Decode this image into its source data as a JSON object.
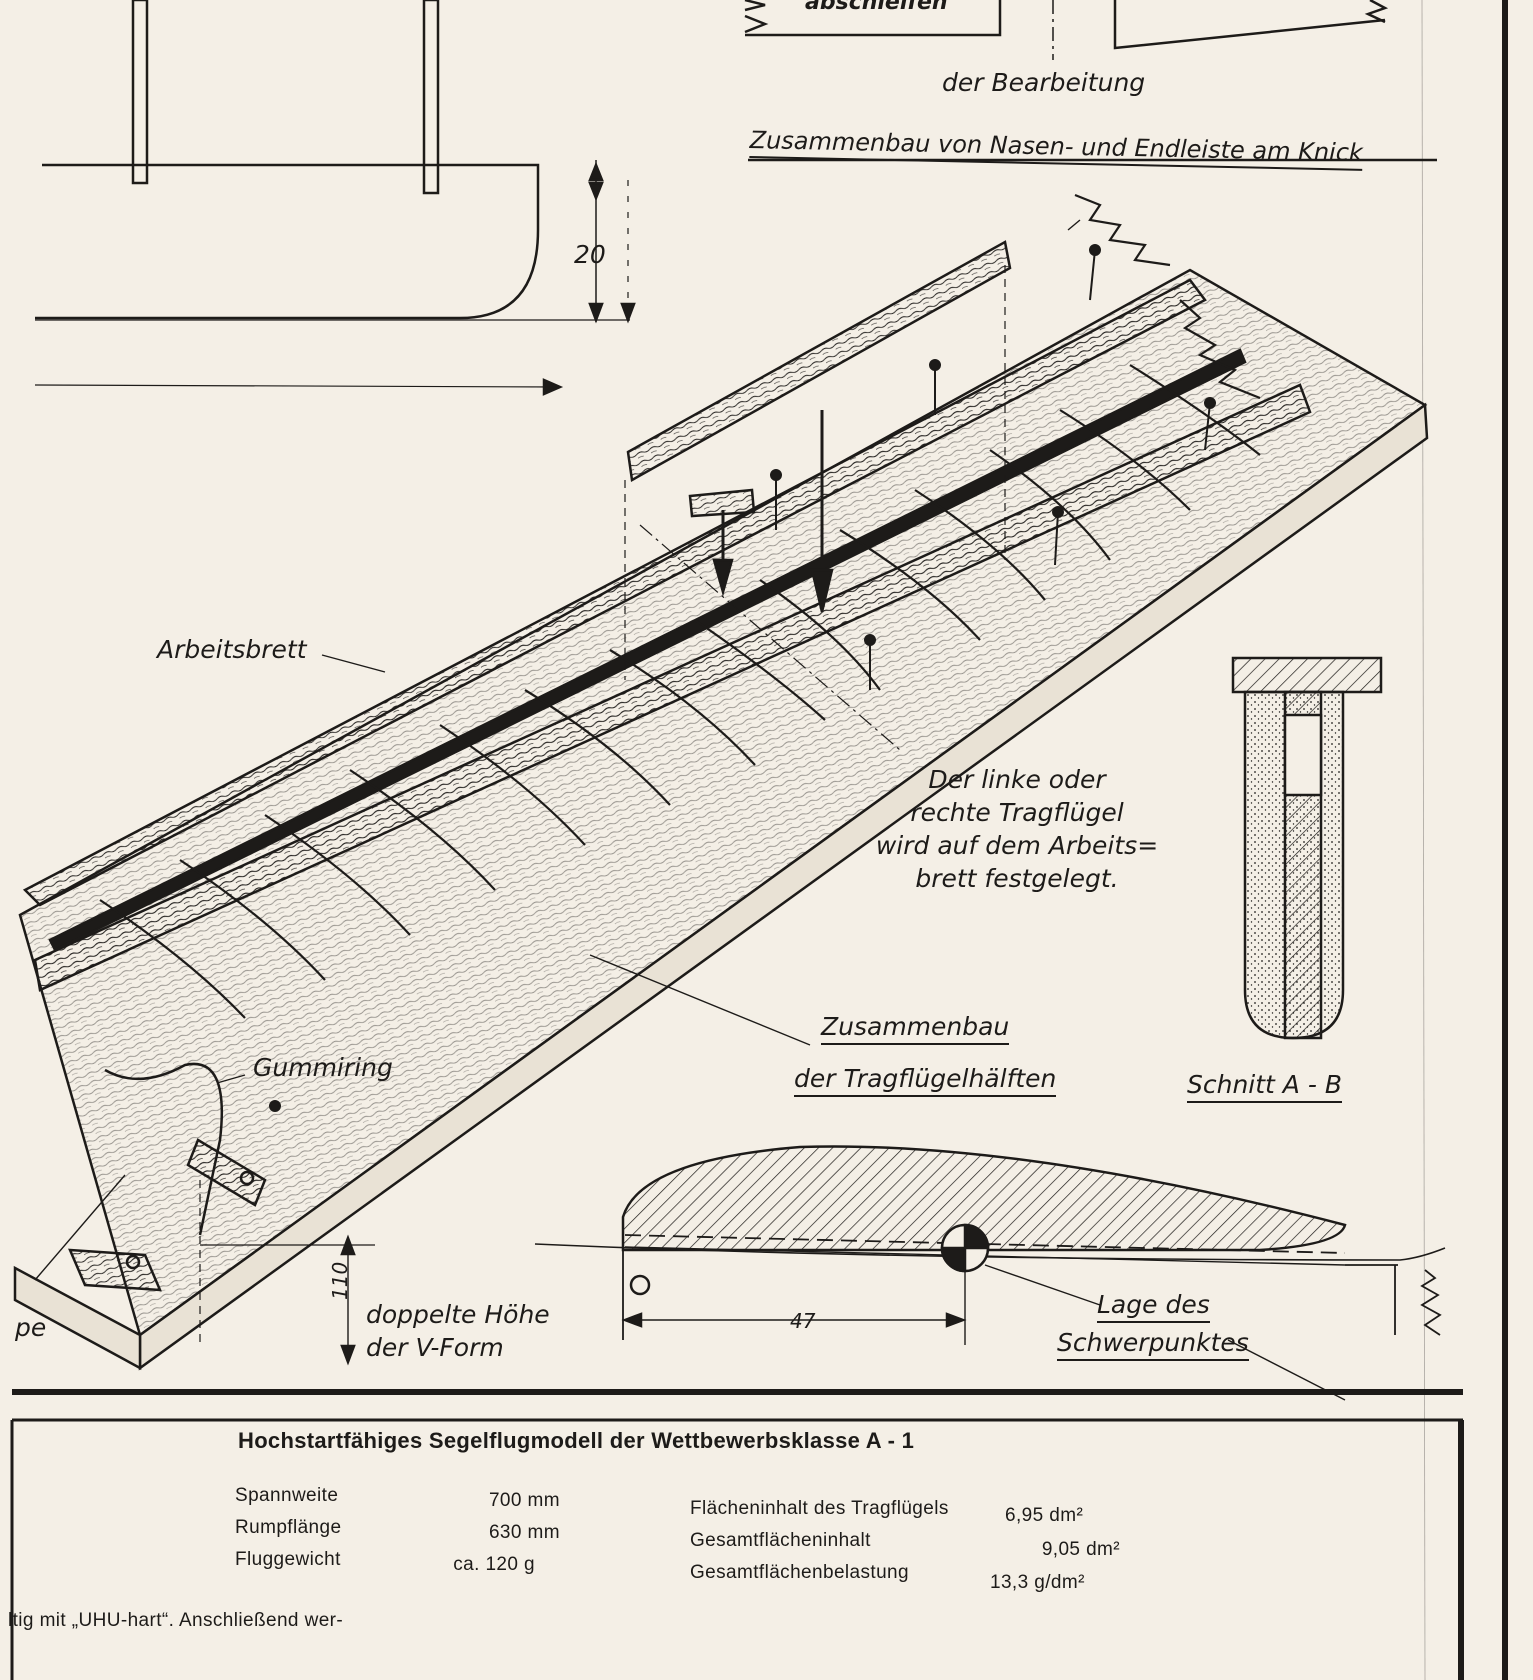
{
  "labels": {
    "abschleifen": "abschleifen",
    "bearbeitung": "der Bearbeitung",
    "zusammenbau_knick": "Zusammenbau von Nasen- und Endleiste am Knick",
    "dim_20": "20",
    "arbeitsbrett": "Arbeitsbrett",
    "gummiring": "Gummiring",
    "zusammenbau_line1": "Zusammenbau",
    "zusammenbau_line2": "der Tragflügelhälften",
    "schnitt": "Schnitt A - B",
    "dim_47": "47",
    "lage_line1": "Lage des",
    "lage_line2": "Schwerpunktes",
    "dim_110": "110",
    "doppelte_line1": "doppelte Höhe",
    "doppelte_line2": "der V-Form",
    "pe": "pe"
  },
  "note_lines": [
    "Der linke oder",
    "rechte Tragflügel",
    "wird auf dem Arbeits=",
    "brett festgelegt."
  ],
  "title": "Hochstartfähiges Segelflugmodell der Wettbewerbsklasse A - 1",
  "specs_left": [
    {
      "label": "Spannweite",
      "value": "700 mm"
    },
    {
      "label": "Rumpflänge",
      "value": "630 mm"
    },
    {
      "label": "Fluggewicht",
      "value": "ca. 120 g"
    }
  ],
  "specs_right": [
    {
      "label": "Flächeninhalt des Tragflügels",
      "value": "6,95 dm²"
    },
    {
      "label": "Gesamtflächeninhalt",
      "value": "9,05 dm²"
    },
    {
      "label": "Gesamtflächenbelastung",
      "value": "13,3 g/dm²"
    }
  ],
  "bottom_text": "ltig mit „UHU-hart“. Anschließend wer-"
}
